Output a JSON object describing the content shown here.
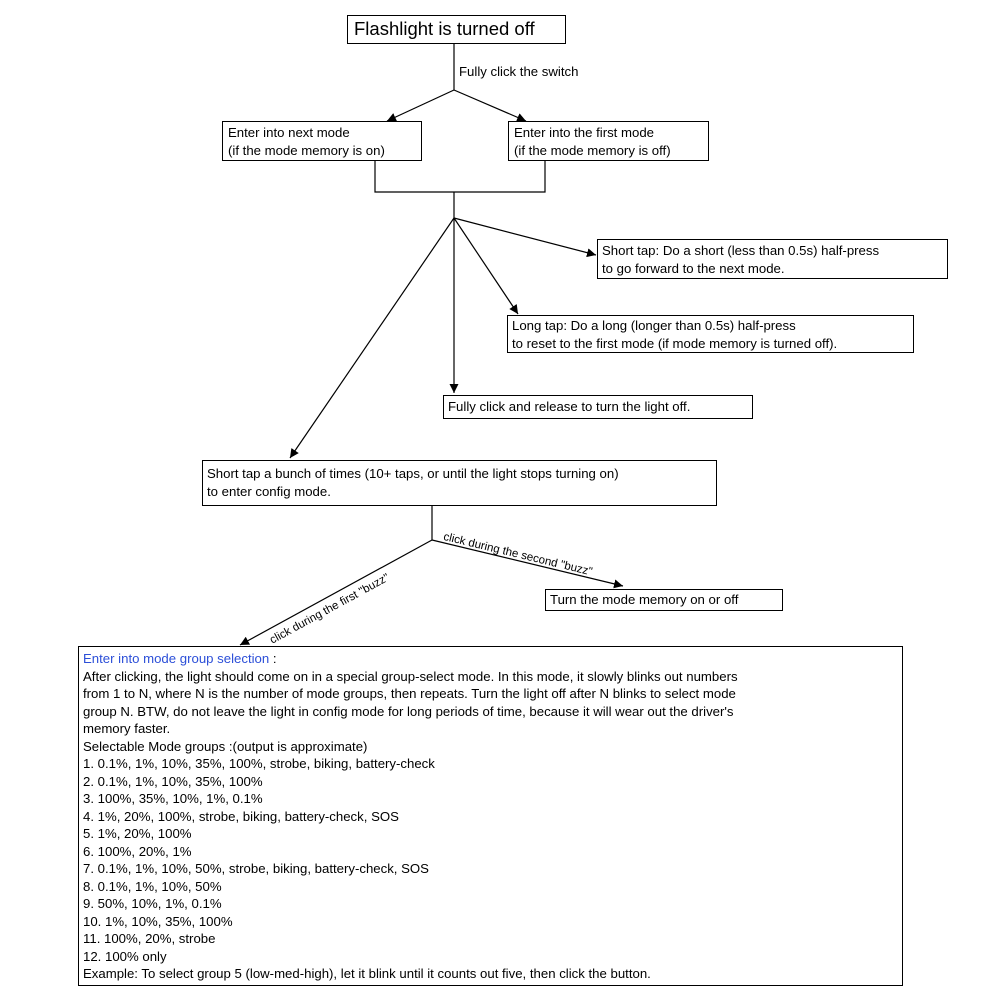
{
  "nodes": {
    "start": "Flashlight is turned off",
    "next_mode": [
      "Enter into next mode",
      "(if the mode memory is on)"
    ],
    "first_mode": [
      "Enter into the first mode",
      "(if the mode memory is off)"
    ],
    "short_tap": [
      "Short tap: Do a short (less than 0.5s) half-press",
      "to go forward to the next mode."
    ],
    "long_tap": [
      "Long tap: Do a long (longer than 0.5s) half-press",
      "to reset to the first mode (if mode memory is turned off)."
    ],
    "turn_off": "Fully click and release to turn the light off.",
    "config": [
      "Short tap a bunch of times (10+ taps, or until the light stops turning on)",
      "to enter config mode."
    ],
    "memory_toggle": "Turn the mode memory on or off"
  },
  "edges": {
    "fully_click": "Fully click the switch",
    "first_buzz": "click during the first \"buzz\"",
    "second_buzz": "click during the second \"buzz\""
  },
  "mode_group": {
    "heading": "Enter into mode group selection",
    "heading_suffix": " :",
    "intro": [
      "After clicking, the light should come on in a special group-select mode.  In this mode, it slowly blinks out numbers",
      "from 1 to N, where N is the number of mode groups, then repeats.  Turn the light off after N blinks to select mode",
      "group N.  BTW, do not leave the light in config mode for long periods of time, because it will wear out the driver's",
      "memory faster."
    ],
    "groups_title": "Selectable Mode groups :(output is approximate)",
    "groups": [
      "1. 0.1%, 1%, 10%, 35%, 100%, strobe, biking, battery-check",
      "2. 0.1%, 1%, 10%, 35%, 100%",
      "3. 100%, 35%, 10%, 1%, 0.1%",
      "4. 1%, 20%, 100%, strobe, biking, battery-check, SOS",
      "5. 1%, 20%, 100%",
      "6. 100%, 20%, 1%",
      "7. 0.1%, 1%, 10%, 50%, strobe, biking, battery-check, SOS",
      "8. 0.1%, 1%, 10%, 50%",
      "9. 50%, 10%, 1%, 0.1%",
      "10. 1%, 10%, 35%, 100%",
      "11. 100%, 20%, strobe",
      "12. 100% only"
    ],
    "example": "Example: To select group 5 (low-med-high), let it blink until it counts out five, then click the button."
  },
  "colors": {
    "accent": "#2c4fd8",
    "line": "#000000"
  }
}
